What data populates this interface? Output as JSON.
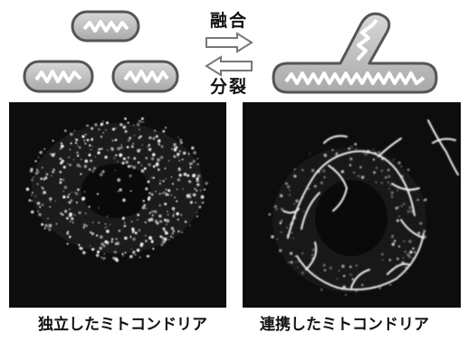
{
  "arrows": {
    "fusion_label": "融合",
    "fission_label": "分裂"
  },
  "panels": {
    "left_caption": "独立したミトコンドリア",
    "right_caption": "連携したミトコンドリア"
  },
  "colors": {
    "mito_fill": "#c9c9c9",
    "mito_outline": "#555555",
    "micrograph_bg": "#0d0d0d",
    "signal": "#f2f2f2"
  }
}
